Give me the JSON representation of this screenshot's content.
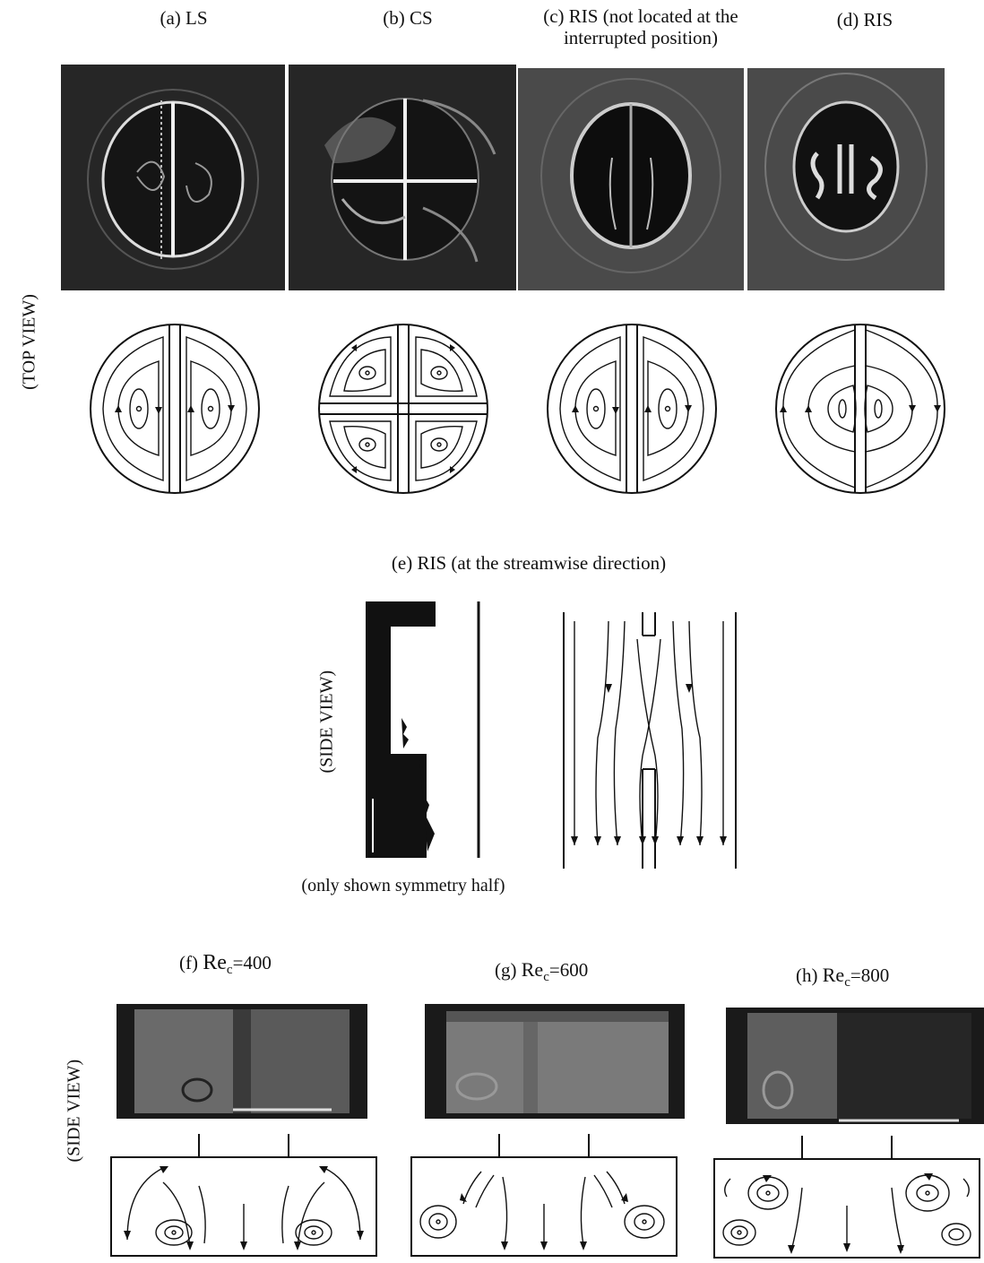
{
  "top_row": {
    "side_label": "(TOP VIEW)",
    "panels": [
      {
        "id": "a",
        "label": "(a) LS"
      },
      {
        "id": "b",
        "label": "(b) CS"
      },
      {
        "id": "c",
        "label_line1": "(c) RIS (not located at the",
        "label_line2": "interrupted position)"
      },
      {
        "id": "d",
        "label": "(d) RIS"
      }
    ]
  },
  "middle": {
    "title": "(e) RIS (at the streamwise direction)",
    "side_label": "(SIDE VIEW)",
    "caption": "(only shown symmetry half)"
  },
  "bottom_row": {
    "side_label": "(SIDE VIEW)",
    "panels": [
      {
        "id": "f",
        "prefix": "(f)",
        "re": "Re",
        "sub": "c",
        "value": "=400"
      },
      {
        "id": "g",
        "prefix": "(g)",
        "re": "Re",
        "sub": "c",
        "value": "=600"
      },
      {
        "id": "h",
        "prefix": "(h)",
        "re": "Re",
        "sub": "c",
        "value": "=800"
      }
    ]
  },
  "colors": {
    "ink": "#111111",
    "photo_dark": "#262626",
    "photo_light": "#4a4a4a",
    "streak": "#e8e8e8"
  }
}
